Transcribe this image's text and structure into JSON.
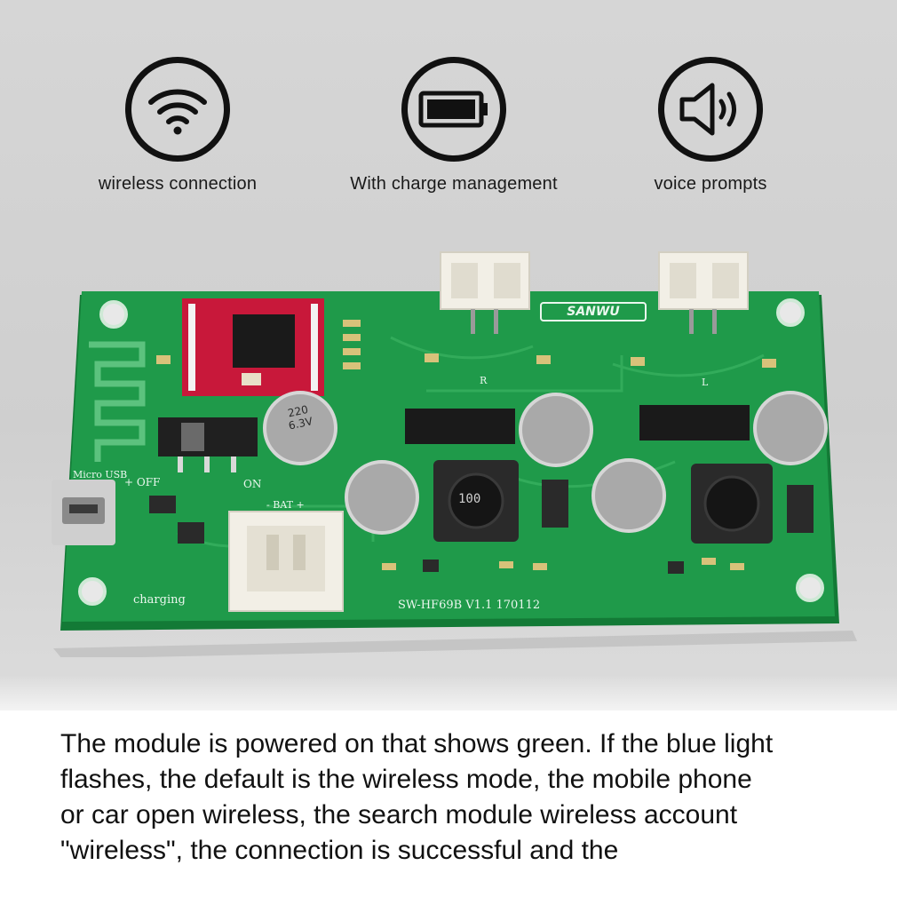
{
  "features": [
    {
      "label": "wireless connection",
      "icon": "wifi-icon"
    },
    {
      "label": "With charge management",
      "icon": "battery-icon"
    },
    {
      "label": "voice prompts",
      "icon": "speaker-icon"
    }
  ],
  "board": {
    "brand": "SANWU",
    "model": "SW-HF69B  V1.1  170112",
    "labels": {
      "micro_usb": "Micro USB",
      "off": "+ OFF",
      "on": "ON",
      "bat": "- BAT +",
      "charging": "charging",
      "right": "R",
      "left": "L",
      "cap_value": "220",
      "cap_voltage": "6.3V",
      "inductor": "100"
    }
  },
  "caption_lines": [
    "The module is powered on that shows green. If the blue light",
    "flashes, the default is the wireless mode, the mobile phone",
    "or car open wireless, the search module wireless account",
    "\"wireless\", the connection is successful and the"
  ],
  "colors": {
    "pcb": "#1f9a4a",
    "pcb_dark": "#137a36",
    "silk": "#eaf7ee",
    "connector": "#f2efe6",
    "red_module": "#c8183a"
  }
}
